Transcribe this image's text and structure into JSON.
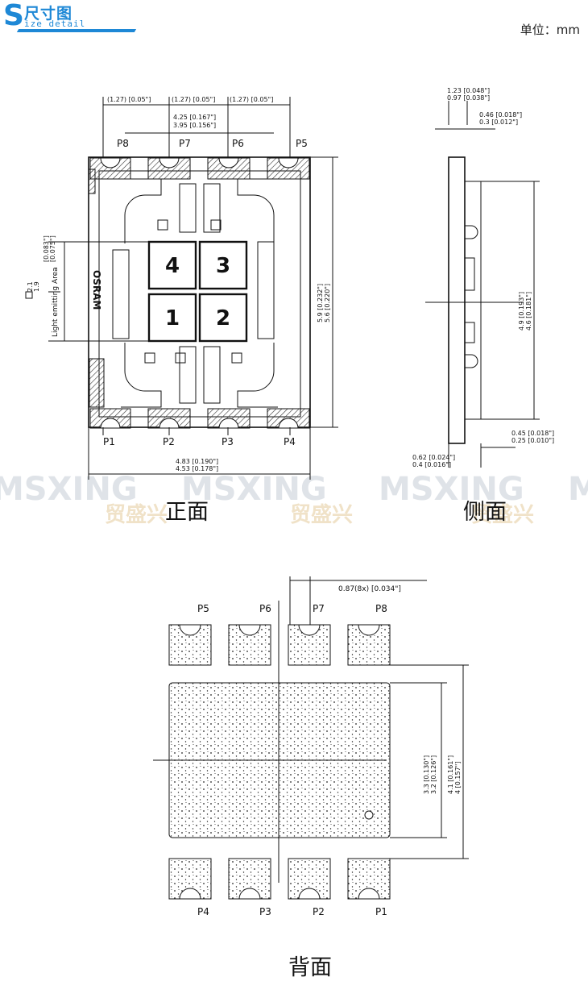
{
  "header": {
    "brand_letter": "S",
    "title_cn": "尺寸图",
    "title_en": "ize detail"
  },
  "unit_label": "单位：mm",
  "front": {
    "caption": "正面",
    "pins_top": [
      "P8",
      "P7",
      "P6",
      "P5"
    ],
    "pins_bottom": [
      "P1",
      "P2",
      "P3",
      "P4"
    ],
    "chips": [
      "4",
      "3",
      "1",
      "2"
    ],
    "logo": "OSRAM",
    "dim_pitch": [
      "(1.27) [0.05\"]",
      "(1.27) [0.05\"]",
      "(1.27) [0.05\"]"
    ],
    "dim_center": [
      "4.25 [0.167\"]",
      "3.95 [0.156\"]"
    ],
    "dim_height": [
      "5.9 [0.232\"]",
      "5.6 [0.220\"]"
    ],
    "dim_width": [
      "4.83 [0.190\"]",
      "4.53 [0.178\"]"
    ],
    "dim_led": [
      "2.1",
      "1.9"
    ],
    "light_area_label": "Light emitting Area",
    "light_area_dim": [
      "[0.083\"]",
      "[0.075\"]"
    ]
  },
  "side": {
    "caption": "侧面",
    "dim_top": [
      "1.23 [0.048\"]",
      "0.97 [0.038\"]"
    ],
    "dim_thick": [
      "0.46 [0.018\"]",
      "0.3 [0.012\"]"
    ],
    "dim_height": [
      "4.9 [0.193\"]",
      "4.6 [0.181\"]"
    ],
    "dim_bottom": [
      "0.45 [0.018\"]",
      "0.25 [0.010\"]"
    ],
    "dim_base": [
      "0.62 [0.024\"]",
      "0.4 [0.016\"]"
    ]
  },
  "back": {
    "caption": "背面",
    "pins_top": [
      "P5",
      "P6",
      "P7",
      "P8"
    ],
    "pins_bottom": [
      "P4",
      "P3",
      "P2",
      "P1"
    ],
    "dim_pad": "0.87(8x) [0.034\"]",
    "dim_inner": [
      "3.3 [0.130\"]",
      "3.2 [0.126\"]"
    ],
    "dim_outer": [
      "4.1 [0.161\"]",
      "4 [0.157\"]"
    ]
  },
  "watermark": {
    "brand": "MSXING",
    "cn": "贸盛兴"
  },
  "colors": {
    "accent": "#1e88d6",
    "line": "#111111",
    "watermark": "#e6e6e6"
  }
}
